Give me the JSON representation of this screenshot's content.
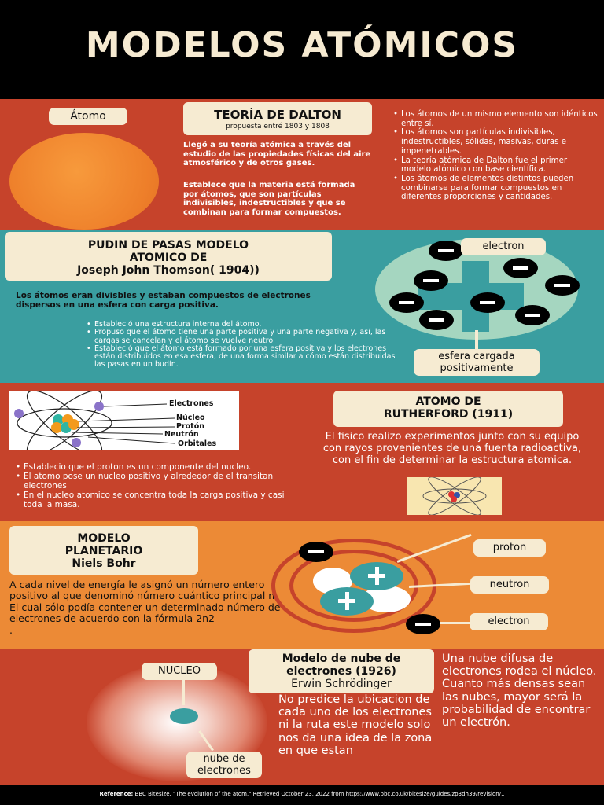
{
  "header": {
    "title": "MODELOS ATÓMICOS"
  },
  "dalton": {
    "atom_label": "Átomo",
    "title": "TEORÍA DE DALTON",
    "subtitle": "propuesta entré 1803 y 1808",
    "para1": "Llegó a su teoría atómica a través del estudio de las propiedades físicas del aire atmosférico y de otros gases.",
    "para2": "Establece que la materia está formada por átomos, que son partículas indivisibles, indestructibles y que se combinan para formar compuestos.",
    "bullets": [
      "Los átomos de un mismo elemento son idénticos entre sí.",
      "Los átomos son partículas indivisibles, indestructibles, sólidas, masivas, duras e impenetrables.",
      "La teoría atómica de Dalton fue el primer modelo atómico con base científica.",
      "Los átomos de elementos distintos pueden combinarse para formar compuestos en diferentes proporciones y cantidades."
    ]
  },
  "thomson": {
    "title_line1": "PUDIN DE PASAS MODELO",
    "title_line2": "ATOMICO DE",
    "title_line3": "Joseph John Thomson( 1904))",
    "lead": "Los átomos eran divisbles y estaban compuestos de electrones  dispersos en una esfera con carga positiva.",
    "bullets": [
      "Estableció una estructura interna del átomo.",
      "Propuso que el átomo tiene una parte positiva y una parte negativa y, así, las cargas se cancelan y el átomo se vuelve neutro.",
      "Estableció que el átomo está formado por una esfera positiva y los electrones están distribuidos en esa esfera, de una forma similar a cómo están distribuidas las pasas en un budín."
    ],
    "label_electron": "electron",
    "label_sphere": "esfera cargada positivamente"
  },
  "rutherford": {
    "diagram_labels": [
      "Electrones",
      "Núcleo",
      "Protón",
      "Neutrón",
      "Orbitales"
    ],
    "title_line1": "ATOMO DE",
    "title_line2": "RUTHERFORD (1911)",
    "para": "El fisico realizo experimentos junto con su equipo con rayos provenientes de una fuenta radioactiva, con el fin de determinar la estructura atomica.",
    "bullets": [
      "Establecio que el proton es un componente del nucleo.",
      "El atomo pose un nucleo positivo y alrededor de el transitan electrones",
      "En el nucleo atomico se concentra toda la carga positiva y casi toda la masa."
    ]
  },
  "bohr": {
    "title_line1": "MODELO",
    "title_line2": "PLANETARIO",
    "title_line3": "Niels Bohr",
    "para": "A cada nivel de energía le asignó un número entero positivo al que denominó número cuántico principal n.  El cual sólo podía contener un determinado número de electrones de acuerdo con la fórmula 2n2",
    "dot": ".",
    "label_proton": "proton",
    "label_neutron": "neutron",
    "label_electron": "electron"
  },
  "schrodinger": {
    "label_nucleo": "NUCLEO",
    "label_nube_1": "nube de",
    "label_nube_2": "electrones",
    "title_line1": "Modelo de nube de",
    "title_line2": "electrones (1926)",
    "title_line3": "Erwin Schrödinger",
    "para_left": "No predice la ubicacion de cada uno de los electrones ni la ruta este modelo solo nos da una idea de la zona en que estan",
    "para_right": "Una nube difusa de electrones rodea el núcleo. Cuanto más densas sean las nubes, mayor será la probabilidad de encontrar un electrón."
  },
  "footer": {
    "ref_label": "Reference:",
    "ref_text": " BBC Bitesize. \"The evolution of the atom.\" Retrieved October 23, 2022 from https://www.bbc.co.uk/bitesize/guides/zp3dh39/revision/1"
  },
  "colors": {
    "red": "#c6432b",
    "teal": "#3a9ea0",
    "orange": "#ec8a36",
    "cream": "#f6ebd2"
  }
}
